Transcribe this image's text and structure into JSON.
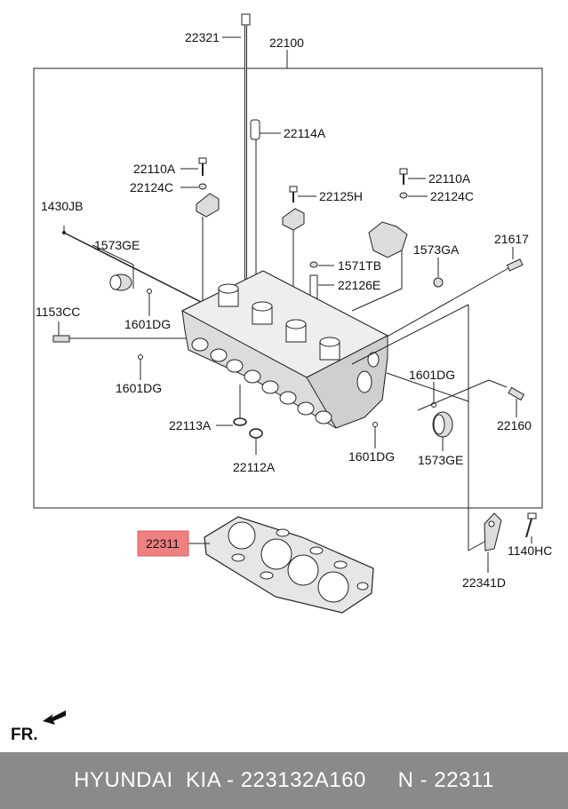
{
  "labels": {
    "p22321": "22321",
    "p22100": "22100",
    "p22114A": "22114A",
    "p22110A_l": "22110A",
    "p22124C_l": "22124C",
    "p22110A_r": "22110A",
    "p22124C_r": "22124C",
    "p22125H": "22125H",
    "p1430JB": "1430JB",
    "p1573GE_t": "1573GE",
    "p1573GA": "1573GA",
    "p21617": "21617",
    "p1571TB": "1571TB",
    "p22126E": "22126E",
    "p1153CC": "1153CC",
    "p1601DG_a": "1601DG",
    "p1601DG_b": "1601DG",
    "p1601DG_c": "1601DG",
    "p1601DG_d": "1601DG",
    "p22113A": "22113A",
    "p22112A": "22112A",
    "p22160": "22160",
    "p1573GE_b": "1573GE",
    "p22311": "22311",
    "p1140HC": "1140HC",
    "p22341D": "22341D"
  },
  "highlight_color": "#f08080",
  "front_marker": "FR.",
  "footer": {
    "text": "HYUNDAI  KIA - 223132A160     N - 22311"
  }
}
